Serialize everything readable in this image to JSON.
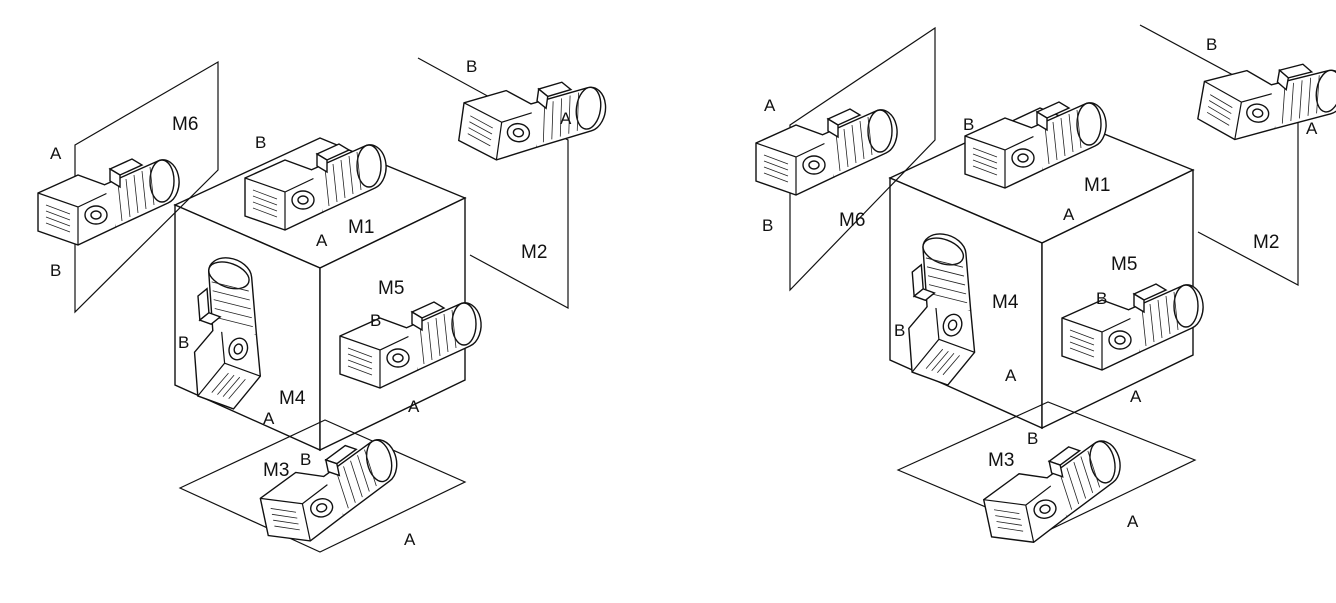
{
  "diagrams": [
    {
      "id": "left",
      "positions": [
        {
          "code": "M1",
          "a": "A",
          "b": "B"
        },
        {
          "code": "M2",
          "a": "A",
          "b": "B"
        },
        {
          "code": "M3",
          "a": "A",
          "b": "B"
        },
        {
          "code": "M4",
          "a": "A",
          "b": "B"
        },
        {
          "code": "M5",
          "a": "A",
          "b": "B"
        },
        {
          "code": "M6",
          "a": "A",
          "b": "B"
        }
      ]
    },
    {
      "id": "right",
      "positions": [
        {
          "code": "M1",
          "a": "A",
          "b": "B"
        },
        {
          "code": "M2",
          "a": "A",
          "b": "B"
        },
        {
          "code": "M3",
          "a": "A",
          "b": "B"
        },
        {
          "code": "M4",
          "a": "A",
          "b": "B"
        },
        {
          "code": "M5",
          "a": "A",
          "b": "B"
        },
        {
          "code": "M6",
          "a": "A",
          "b": "B"
        }
      ]
    }
  ]
}
